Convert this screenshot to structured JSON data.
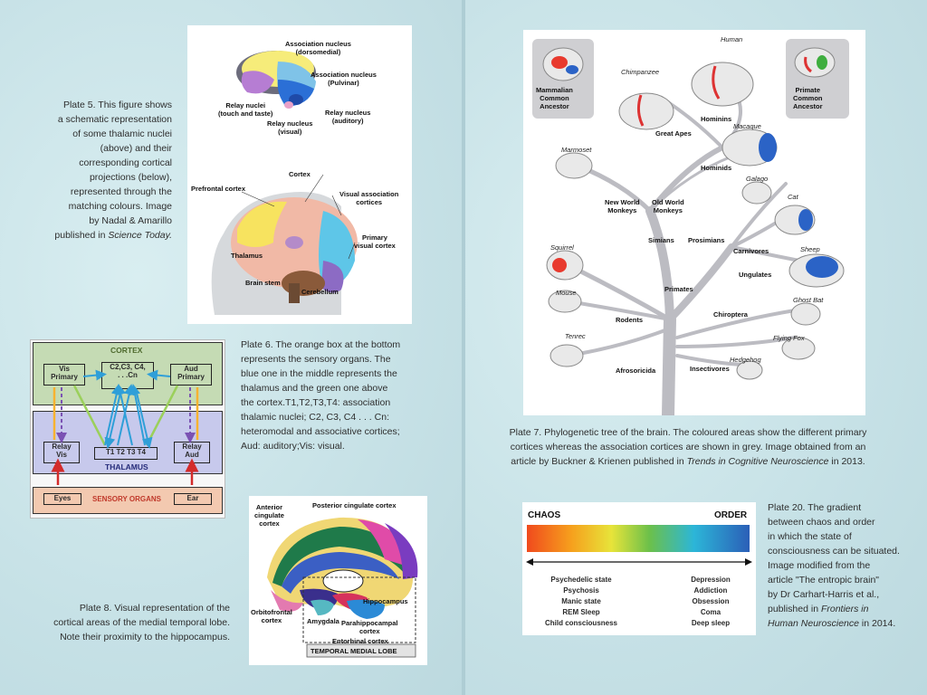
{
  "plate5": {
    "caption_line1": "Plate 5. This figure shows",
    "caption_line2": "a schematic representation",
    "caption_line3": "of some thalamic nuclei",
    "caption_line4": "(above) and their",
    "caption_line5": "corresponding cortical",
    "caption_line6": "projections (below),",
    "caption_line7": "represented through the",
    "caption_line8": "matching colours. Image",
    "caption_line9": "by Nadal & Amarillo",
    "caption_line10_pre": "published in ",
    "caption_line10_it": "Science Today.",
    "labels": {
      "assoc_dorsomedial": "Association nucleus\n(dorsomedial)",
      "assoc_pulvinar": "Association nucleus\n(Pulvinar)",
      "relay_touch": "Relay nuclei\n(touch and taste)",
      "relay_auditory": "Relay nucleus\n(auditory)",
      "relay_visual": "Relay nucleus\n(visual)",
      "cortex": "Cortex",
      "prefrontal": "Prefrontal cortex",
      "visual_assoc": "Visual association\ncortices",
      "primary_visual": "Primary\nvisual cortex",
      "thalamus": "Thalamus",
      "brain_stem": "Brain stem",
      "cerebellum": "Cerebellum"
    }
  },
  "plate6": {
    "caption_lines": [
      "Plate 6. The orange box at the bottom",
      "represents the sensory organs. The",
      "blue one in the middle represents the",
      "thalamus and the green one above",
      "the cortex.T1,T2,T3,T4: association",
      "thalamic nuclei; C2, C3, C4 . . . Cn:",
      "heteromodal and associative cortices;",
      "Aud: auditory;Vis: visual."
    ],
    "cortex_title": "CORTEX",
    "vis_primary": "Vis\nPrimary",
    "c_nodes": "C2,C3, C4,\n. . .Cn",
    "aud_primary": "Aud\nPrimary",
    "relay_vis": "Relay\nVis",
    "t_nodes": "T1 T2 T3 T4",
    "relay_aud": "Relay\nAud",
    "thalamus_title": "THALAMUS",
    "eyes": "Eyes",
    "sensory_title": "SENSORY ORGANS",
    "ear": "Ear"
  },
  "plate8": {
    "caption_lines": [
      "Plate 8. Visual representation of the",
      "cortical areas of the medial temporal lobe.",
      "Note their proximity to the hippocampus."
    ],
    "labels": {
      "anterior_cingulate": "Anterior\ncingulate\ncortex",
      "posterior_cingulate": "Posterior cingulate cortex",
      "orbitofrontal": "Orbitofrontal\ncortex",
      "hippocampus": "Hippocampus",
      "amygdala": "Amygdala",
      "parahippocampal": "Parahippocampal\ncortex",
      "entorhinal": "Entorhinal cortex",
      "temporal_medial": "TEMPORAL MEDIAL LOBE"
    }
  },
  "plate7": {
    "caption_line1": "Plate 7. Phylogenetic tree of the brain. The coloured areas show the different primary",
    "caption_line2": "cortices whereas the association cortices are shown in grey. Image obtained from an",
    "caption_line3_pre": "article by Buckner & Krienen published in ",
    "caption_line3_it": "Trends in Cognitive Neuroscience",
    "caption_line3_post": " in 2013.",
    "ancestor_mammal": "Mammalian\nCommon\nAncestor",
    "ancestor_primate": "Primate\nCommon\nAncestor",
    "species": [
      "Human",
      "Chimpanzee",
      "Macaque",
      "Marmoset",
      "Galago",
      "Cat",
      "Squirrel",
      "Sheep",
      "Mouse",
      "Ghost Bat",
      "Tenrec",
      "Flying Fox",
      "Hedgehog"
    ],
    "clades": [
      "Hominins",
      "Great Apes",
      "Hominids",
      "New World\nMonkeys",
      "Old World\nMonkeys",
      "Simians",
      "Prosimians",
      "Carnivores",
      "Ungulates",
      "Primates",
      "Chiroptera",
      "Rodents",
      "Insectivores",
      "Afrosoricida"
    ]
  },
  "plate20": {
    "chaos": "CHAOS",
    "order": "ORDER",
    "left_states": [
      "Psychedelic state",
      "Psychosis",
      "Manic state",
      "REM Sleep",
      "Child consciousness"
    ],
    "right_states": [
      "Depression",
      "Addiction",
      "Obsession",
      "Coma",
      "Deep sleep"
    ],
    "caption_lines": [
      "Plate 20. The gradient",
      "between chaos and order",
      "in which the state of",
      "consciousness can be situated.",
      "Image modified from the",
      "article \"The entropic brain\"",
      "by Dr Carhart-Harris et al.,"
    ],
    "caption_last_pre": "published in ",
    "caption_last_it": "Frontiers in",
    "caption_final_it": "Human Neuroscience",
    "caption_final_post": " in 2014."
  },
  "colors": {
    "background": "#cfe6ea",
    "cortex_green": "#c5dbb4",
    "thalamus_blue": "#c7c9ec",
    "sensory_orange": "#f3c9b0",
    "arrow_blue": "#2f9fd8",
    "arrow_green": "#9bd05b",
    "arrow_orange": "#f7b230",
    "arrow_purple": "#7b52b3",
    "arrow_red": "#d32b2b"
  }
}
